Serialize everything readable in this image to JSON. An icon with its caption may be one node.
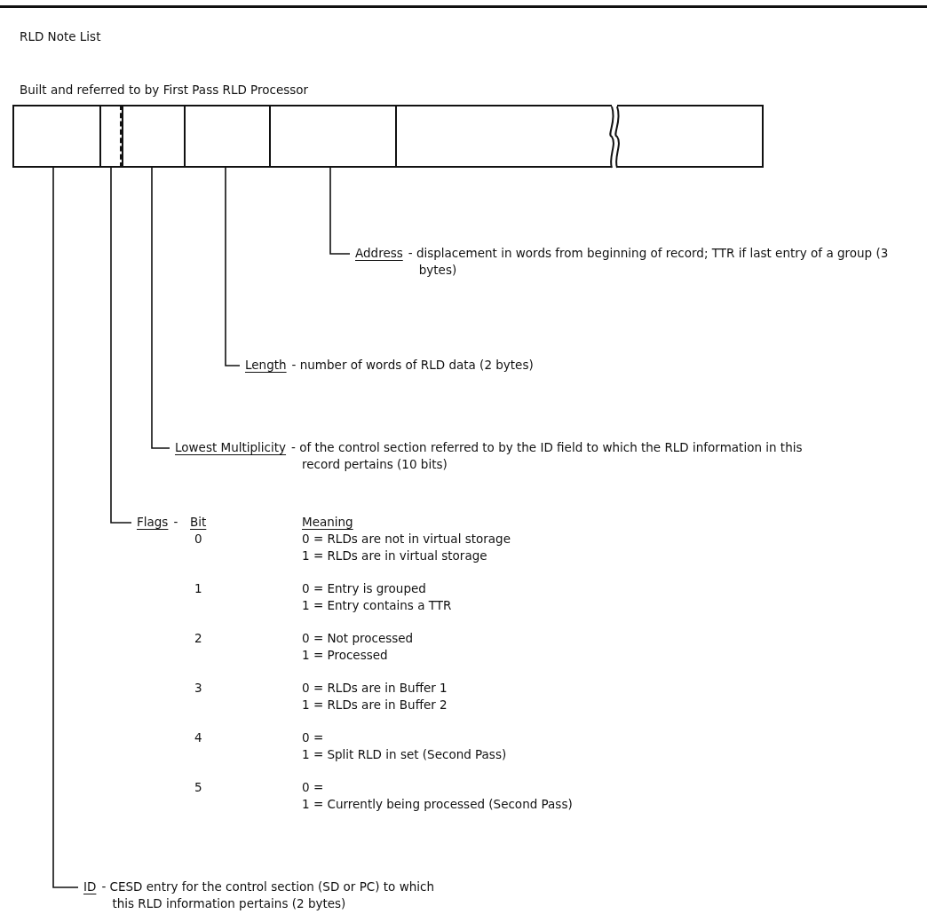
{
  "diagram": {
    "title": "RLD Note List",
    "nodes": [
      {
        "text": [],
        "shape": "box"
      },
      {
        "text": [],
        "shape": "box"
      },
      {
        "text": [],
        "shape": "box"
      },
      {
        "text": [],
        "shape": "box"
      },
      {
        "text": [],
        "shape": "box"
      },
      {
        "text": [],
        "shape": "box"
      },
      {
        "text": [],
        "shape": "box"
      },
      {
        "text": [
          "Address",
          "- displacement in words from beginning of record; TTR if last entry of a group (3 bytes)"
        ]
      },
      {
        "text": [
          "Length",
          "- number of words of RLD data (2 bytes)"
        ]
      },
      {
        "text": [
          "Lowest Multiplicity",
          "- of the control section referred to by the ID field to which the RLD information in this record pertains (10 bits)"
        ]
      },
      {
        "text": [
          "Flags",
          "-"
        ]
      },
      {
        "text": [
          "ID",
          "- CESD entry for the control section (SD or PC) to which this RLD information pertains (2 bytes)"
        ]
      }
    ],
    "edges": [
      {
        "from": 7,
        "to": 4,
        "arrow": "none"
      },
      {
        "from": 8,
        "to": 3,
        "arrow": "none"
      },
      {
        "from": 9,
        "to": 2,
        "arrow": "none"
      },
      {
        "from": 10,
        "to": 1,
        "arrow": "none"
      },
      {
        "from": 11,
        "to": 0,
        "arrow": "none"
      }
    ],
    "labels": [
      "Built and referred to by First Pass RLD Processor",
      "Bit",
      "Meaning",
      "0",
      "0 = RLDs are not in virtual storage",
      "1 = RLDs are in virtual storage",
      "1",
      "0 = Entry is grouped",
      "1 = Entry contains a TTR",
      "2",
      "0 = Not processed",
      "1 = Processed",
      "3",
      "0 = RLDs are in Buffer 1",
      "1 = RLDs are in Buffer 2",
      "4",
      "0 =",
      "1 = Split RLD in set (Second Pass)",
      "5",
      "0 =",
      "1 = Currently being processed (Second Pass)"
    ]
  }
}
